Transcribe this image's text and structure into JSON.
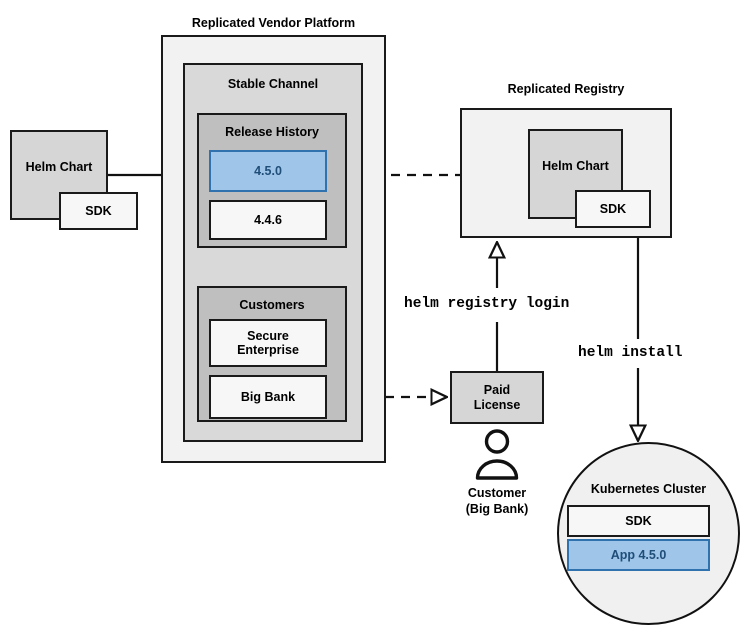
{
  "diagram": {
    "title_vendor_platform": "Replicated Vendor Platform",
    "title_registry": "Replicated Registry"
  },
  "source_chart": {
    "label": "Helm Chart",
    "sdk_label": "SDK"
  },
  "vendor_platform": {
    "label": "Replicated Vendor Platform",
    "stable_channel": {
      "label": "Stable Channel",
      "release_history": {
        "label": "Release History",
        "releases": [
          {
            "version": "4.5.0",
            "highlighted": true
          },
          {
            "version": "4.4.6",
            "highlighted": false
          }
        ]
      },
      "customers": {
        "label": "Customers",
        "entries": [
          {
            "name": "Secure\nEnterprise",
            "line1": "Secure",
            "line2": "Enterprise"
          },
          {
            "name": "Big Bank",
            "line1": "Big Bank",
            "line2": ""
          }
        ]
      }
    }
  },
  "registry": {
    "label": "Replicated Registry",
    "chart": {
      "label": "Helm Chart",
      "sdk_label": "SDK"
    }
  },
  "license": {
    "line1": "Paid",
    "line2": "License"
  },
  "customer_actor": {
    "line1": "Customer",
    "line2": "(Big Bank)",
    "icon": "person-icon"
  },
  "cluster": {
    "label": "Kubernetes Cluster",
    "components": [
      {
        "label": "SDK",
        "highlighted": false
      },
      {
        "label": "App 4.5.0",
        "highlighted": true
      }
    ]
  },
  "commands": {
    "registry_login": "helm registry login",
    "install": "helm install"
  },
  "colors": {
    "highlight_fill": "#9fc5e8",
    "highlight_border": "#2f72ad",
    "highlight_text": "#1f4e79",
    "shell_outer": "#f2f2f2",
    "shell_mid": "#d9d9d9",
    "shell_inner": "#bfbfbf",
    "box_white": "#f7f7f7",
    "box_gray": "#d6d6d6",
    "stroke": "#1a1a1a"
  }
}
